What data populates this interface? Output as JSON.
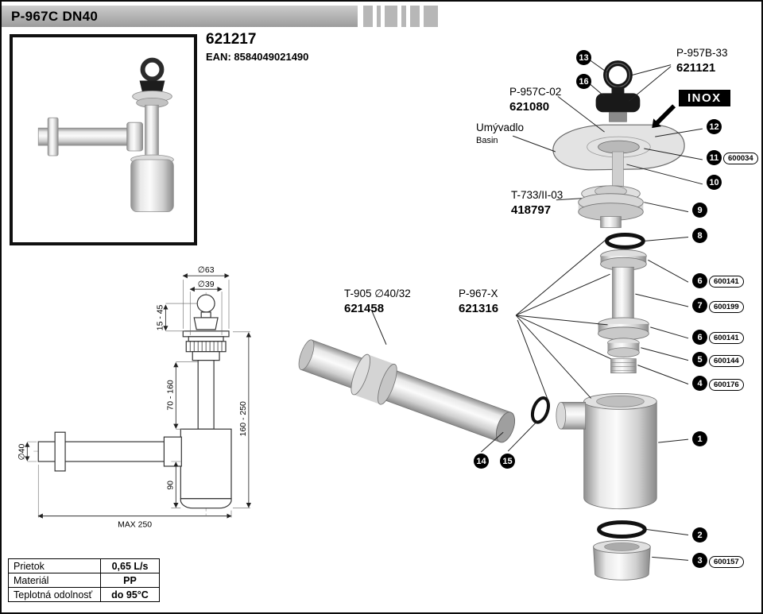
{
  "header": {
    "title": "P-967C DN40"
  },
  "product": {
    "code": "621217",
    "ean": "EAN: 8584049021490"
  },
  "part_labels": {
    "p957b33": {
      "name": "P-957B-33",
      "code": "621121"
    },
    "p957c02": {
      "name": "P-957C-02",
      "code": "621080"
    },
    "inox": "INOX",
    "basin": {
      "local": "Umývadlo",
      "english": "Basin"
    },
    "t733": {
      "name": "T-733/II-03",
      "code": "418797"
    },
    "t905": {
      "name": "T-905 ∅40/32",
      "code": "621458"
    },
    "p967x": {
      "name": "P-967-X",
      "code": "621316"
    }
  },
  "callouts": {
    "c13": "13",
    "c16": "16",
    "c12": "12",
    "c11": "11",
    "c11_code": "600034",
    "c10": "10",
    "c9": "9",
    "c8": "8",
    "c6a": "6",
    "c6a_code": "600141",
    "c7": "7",
    "c7_code": "600199",
    "c6b": "6",
    "c6b_code": "600141",
    "c5": "5",
    "c5_code": "600144",
    "c4": "4",
    "c4_code": "600176",
    "c1": "1",
    "c2": "2",
    "c3": "3",
    "c3_code": "600157",
    "c14": "14",
    "c15": "15"
  },
  "dimensions": {
    "top_outer": "∅63",
    "top_inner": "∅39",
    "plug_travel": "15 - 45",
    "tube_range": "70 - 160",
    "total_range": "160 - 250",
    "body_height": "90",
    "pipe_diameter": "∅40",
    "max_length": "MAX 250"
  },
  "spec_table": {
    "rows": [
      {
        "label": "Prietok",
        "value": "0,65 L/s"
      },
      {
        "label": "Materiál",
        "value": "PP"
      },
      {
        "label": "Teplotná odolnosť",
        "value": "do 95°C"
      }
    ]
  },
  "colors": {
    "header_bar": "#b0b0b0",
    "badge": "#000000",
    "inox_bg": "#000000"
  }
}
